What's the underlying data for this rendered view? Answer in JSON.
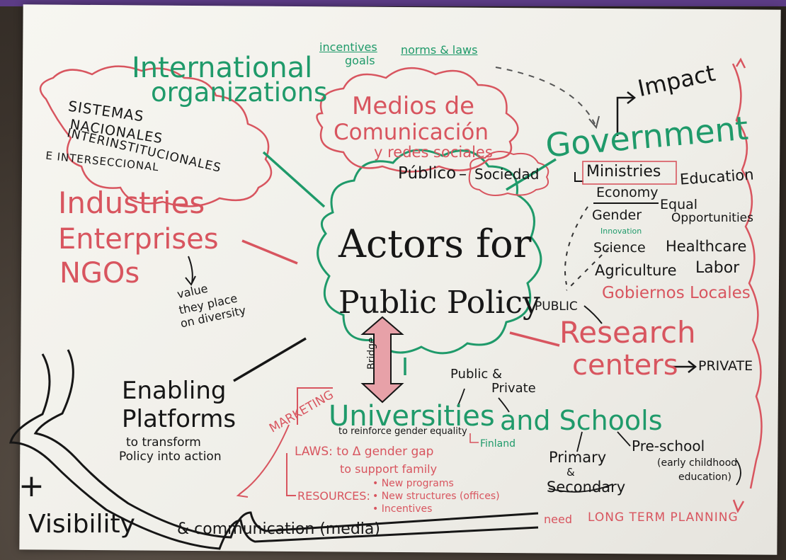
{
  "colors": {
    "green": "#1f9a6a",
    "red": "#d8555f",
    "black": "#161616",
    "pink_arrow": "#e7a1a8",
    "paper": "#f4f3ee"
  },
  "center": {
    "line1": "Actors for",
    "line2": "Public Policy"
  },
  "bridge_label": "Bridge",
  "international": {
    "line1": "International",
    "line2": "organizations",
    "note_incentives": "incentives",
    "note_goals": "goals",
    "note_norms": "norms & laws"
  },
  "media": {
    "line1": "Medios de",
    "line2": "Comunicación",
    "line3": "y redes sociales"
  },
  "publico_sociedad": {
    "publico": "Público",
    "sociedad": "Sociedad"
  },
  "sistemas": {
    "line1": "SISTEMAS",
    "line2": "NACIONALES",
    "line3": "INTERINSTITUCIONALES",
    "line4": "E INTERSECCIONAL"
  },
  "industries": {
    "line1": "Industries",
    "line2": "Enterprises",
    "line3": "NGOs",
    "note": [
      "value",
      "they place",
      "on diversity"
    ]
  },
  "government": {
    "title": "Government",
    "impact": "Impact",
    "ministries": "Ministries",
    "economy": "Economy",
    "education": "Education",
    "gender": "Gender",
    "equal": "Equal",
    "opportunities": "Opportunities",
    "innovation": "Innovation",
    "science": "Science",
    "healthcare": "Healthcare",
    "agriculture": "Agriculture",
    "labor": "Labor",
    "gobiernos": "Gobiernos Locales",
    "public": "PUBLIC"
  },
  "research": {
    "line1": "Research",
    "line2": "centers",
    "private": "PRIVATE"
  },
  "enabling": {
    "line1": "Enabling",
    "line2": "Platforms",
    "line3": "to transform",
    "line4": "Policy into action"
  },
  "universities": {
    "title": "Universities",
    "and_schools": "and Schools",
    "public_private_1": "Public &",
    "public_private_2": "Private",
    "marketing": "MARKETING",
    "reinforce": "to reinforce gender equality",
    "finland": "Finland",
    "laws": "LAWS: to Δ gender gap",
    "support": "to support family",
    "resources": "RESOURCES:",
    "res_items": [
      "• New programs",
      "• New structures (offices)",
      "• Incentives"
    ]
  },
  "schools": {
    "primary": "Primary",
    "amp": "&",
    "secondary": "Secondary",
    "preschool": "Pre-school",
    "early": "(early childhood",
    "education": "education)",
    "need": "need",
    "long_term": "LONG TERM PLANNING"
  },
  "visibility": {
    "plus": "+",
    "text": "Visibility",
    "rest": "& communication (media)"
  }
}
